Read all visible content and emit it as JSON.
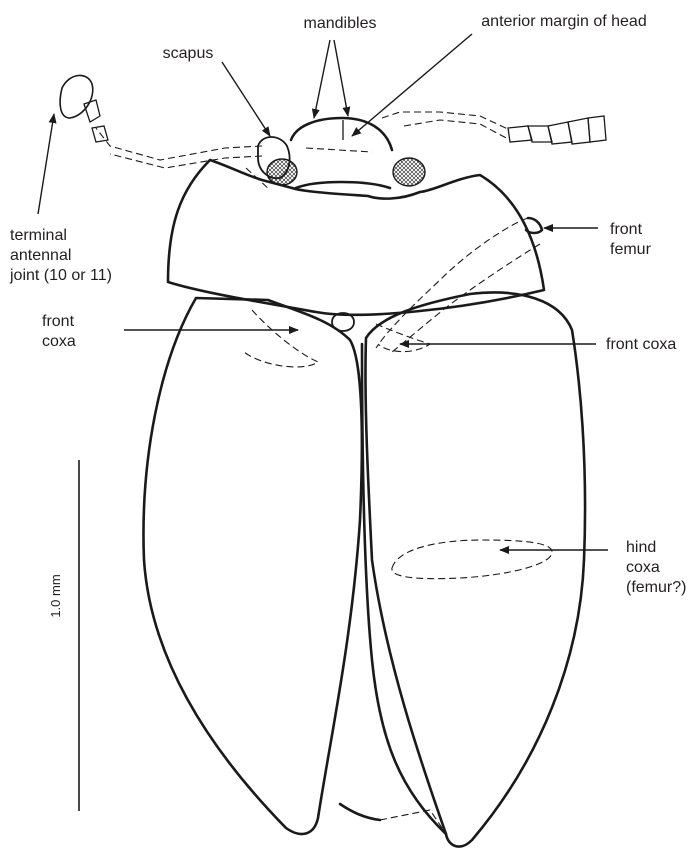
{
  "labels": {
    "mandibles": "mandibles",
    "anterior_margin": "anterior margin of head",
    "scapus": "scapus",
    "terminal_joint": [
      "terminal",
      "antennal",
      "joint (10 or 11)"
    ],
    "front_femur": [
      "front",
      "femur"
    ],
    "front_coxa_left": [
      "front",
      "coxa"
    ],
    "front_coxa_right": "front coxa",
    "hind_coxa": [
      "hind",
      "coxa",
      "(femur?)"
    ]
  },
  "scale_bar": {
    "label": "1.0 mm"
  },
  "colors": {
    "ink": "#1a1a1a",
    "background": "#ffffff"
  }
}
